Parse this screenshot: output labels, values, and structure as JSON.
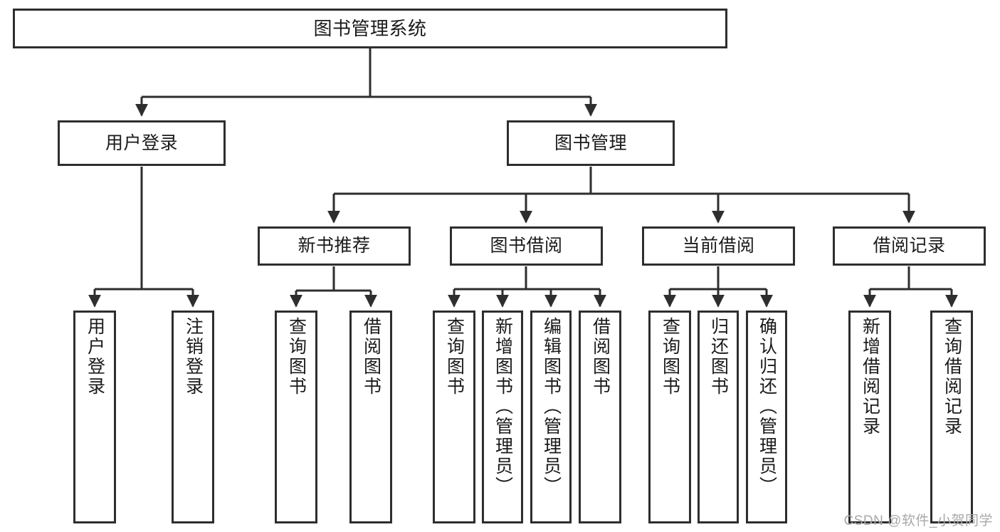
{
  "diagram": {
    "type": "tree-hierarchy",
    "title": "图书管理系统",
    "orientation": "top-down",
    "nodes": {
      "root": {
        "label": "图书管理系统",
        "level": 0
      },
      "user_login": {
        "label": "用户登录",
        "level": 1
      },
      "book_mgmt": {
        "label": "图书管理",
        "level": 1
      },
      "new_book_rec": {
        "label": "新书推荐",
        "level": 2
      },
      "book_borrow": {
        "label": "图书借阅",
        "level": 2
      },
      "current_borrow": {
        "label": "当前借阅",
        "level": 2
      },
      "borrow_record": {
        "label": "借阅记录",
        "level": 2
      },
      "leaf_user_login": {
        "label": "用户登录",
        "level": 3
      },
      "leaf_logout": {
        "label": "注销登录",
        "level": 3
      },
      "leaf_query_book_1": {
        "label": "查询图书",
        "level": 3
      },
      "leaf_borrow_book_1": {
        "label": "借阅图书",
        "level": 3
      },
      "leaf_query_book_2": {
        "label": "查询图书",
        "level": 3
      },
      "leaf_add_book": {
        "label": "新增图书（管理员）",
        "level": 3
      },
      "leaf_edit_book": {
        "label": "编辑图书（管理员）",
        "level": 3
      },
      "leaf_borrow_book_2": {
        "label": "借阅图书",
        "level": 3
      },
      "leaf_query_book_3": {
        "label": "查询图书",
        "level": 3
      },
      "leaf_return_book": {
        "label": "归还图书",
        "level": 3
      },
      "leaf_confirm_return": {
        "label": "确认归还（管理员）",
        "level": 3
      },
      "leaf_add_record": {
        "label": "新增借阅记录",
        "level": 3
      },
      "leaf_query_record": {
        "label": "查询借阅记录",
        "level": 3
      }
    },
    "edges": [
      {
        "from": "root",
        "to": "user_login"
      },
      {
        "from": "root",
        "to": "book_mgmt"
      },
      {
        "from": "user_login",
        "to": "leaf_user_login"
      },
      {
        "from": "user_login",
        "to": "leaf_logout"
      },
      {
        "from": "book_mgmt",
        "to": "new_book_rec"
      },
      {
        "from": "book_mgmt",
        "to": "book_borrow"
      },
      {
        "from": "book_mgmt",
        "to": "current_borrow"
      },
      {
        "from": "book_mgmt",
        "to": "borrow_record"
      },
      {
        "from": "new_book_rec",
        "to": "leaf_query_book_1"
      },
      {
        "from": "new_book_rec",
        "to": "leaf_borrow_book_1"
      },
      {
        "from": "book_borrow",
        "to": "leaf_query_book_2"
      },
      {
        "from": "book_borrow",
        "to": "leaf_add_book"
      },
      {
        "from": "book_borrow",
        "to": "leaf_edit_book"
      },
      {
        "from": "book_borrow",
        "to": "leaf_borrow_book_2"
      },
      {
        "from": "current_borrow",
        "to": "leaf_query_book_3"
      },
      {
        "from": "current_borrow",
        "to": "leaf_return_book"
      },
      {
        "from": "current_borrow",
        "to": "leaf_confirm_return"
      },
      {
        "from": "borrow_record",
        "to": "leaf_add_record"
      },
      {
        "from": "borrow_record",
        "to": "leaf_query_record"
      }
    ]
  },
  "watermark": {
    "text": "CSDN @软件_小贺同学"
  },
  "colors": {
    "stroke": "#2e2e2e",
    "fill": "#ffffff",
    "text": "#1a1a1a",
    "watermark": "#a8a8a8"
  }
}
